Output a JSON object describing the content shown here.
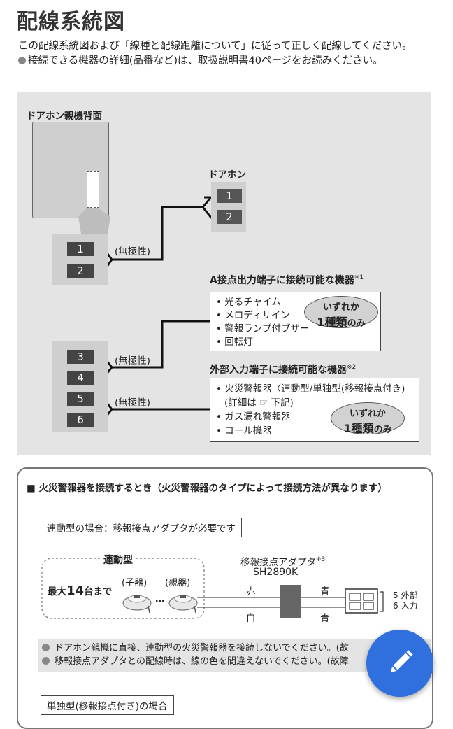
{
  "page": {
    "title": "配線系統図",
    "intro_line1": "この配線系統図および「線種と配線距離について」に従って正しく配線してください。",
    "intro_line2": "接続できる機器の詳細(品番など)は、取扱説明書40ページをお読みください。"
  },
  "diagram": {
    "main_unit_label": "ドアホン親機背面",
    "doorphone_label": "ドアホン",
    "doorphone_terminals": [
      "1",
      "2"
    ],
    "main_terminals_top": [
      "1",
      "2"
    ],
    "main_terminals_bottom": [
      "3",
      "4",
      "5",
      "6"
    ],
    "nonpolar_label": "(無極性)",
    "group_a": {
      "title": "A接点出力端子に接続可能な機器",
      "note_mark": "※1",
      "items": [
        "光るチャイム",
        "メロディサイン",
        "警報ランプ付ブザー",
        "回転灯"
      ],
      "badge_line1": "いずれか",
      "badge_line2_strong": "1種類",
      "badge_line2_tail": "のみ"
    },
    "group_b": {
      "title": "外部入力端子に接続可能な機器",
      "note_mark": "※2",
      "item1": "火災警報器〈連動型/単独型(移報接点付き)",
      "item1_detail_pre": "(詳細は",
      "item1_detail_ref": "☞",
      "item1_detail_post": "下記)",
      "item2": "ガス漏れ警報器",
      "item3": "コール機器",
      "badge_line1": "いずれか",
      "badge_line2_strong": "1種類",
      "badge_line2_tail": "のみ"
    }
  },
  "fire_section": {
    "heading": "■ 火災警報器を接続するとき（火災警報器のタイプによって接続方法が異なります）",
    "case1_label": "連動型の場合：移報接点アダプタが必要です",
    "linked_type_label": "連動型",
    "max_prefix": "最大",
    "max_number": "14",
    "max_suffix": "台まで",
    "child_label": "(子器)",
    "parent_label": "(親器)",
    "ellipsis": "…",
    "adapter_label": "移報接点アダプタ",
    "adapter_note": "※3",
    "adapter_model": "SH2890K",
    "wire_red": "赤",
    "wire_white": "白",
    "wire_blue_top": "青",
    "wire_blue_bottom": "青",
    "term_num_5": "5",
    "term_num_6": "6",
    "term_text_1": "外部",
    "term_text_2": "入力",
    "note1": "ドアホン親機に直接、連動型の火災警報器を接続しないでください。(故",
    "note2": "移報接点アダプタとの配線時は、線の色を間違えないでください。(故障",
    "case2_label": "単独型(移報接点付き)の場合"
  },
  "colors": {
    "fab": "#2f6fde",
    "diagram_bg": "#e4e4e4",
    "terminal": "#444444"
  },
  "icons": {
    "fab_icon": "pencil-icon"
  }
}
